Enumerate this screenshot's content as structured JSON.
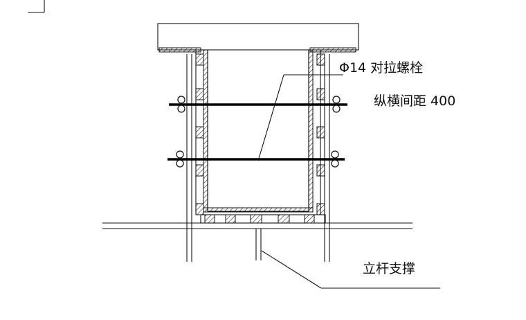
{
  "labels": {
    "bolt_spec": "Φ14 对拉螺栓",
    "bolt_spacing": "纵横间距 400",
    "support": "立杆支撑"
  },
  "colors": {
    "line": "#111111",
    "background": "#ffffff"
  }
}
